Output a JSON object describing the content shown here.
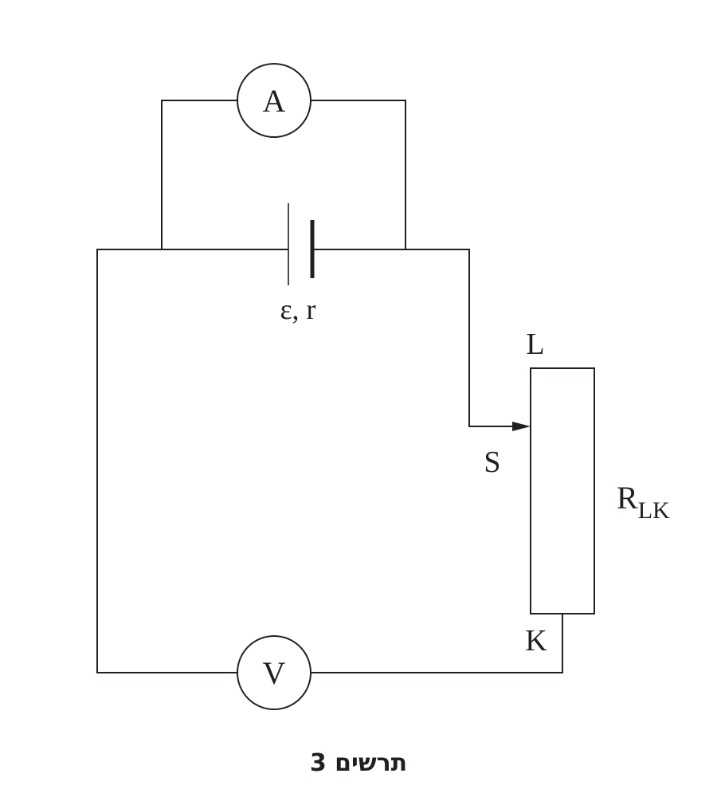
{
  "diagram": {
    "ammeter_label": "A",
    "voltmeter_label": "V",
    "battery_label": "ε, r",
    "slider_label": "S",
    "terminal_top_label": "L",
    "terminal_bottom_label": "K",
    "resistor_label": {
      "main": "R",
      "subscript": "LK"
    }
  },
  "caption": "תרשים 3"
}
